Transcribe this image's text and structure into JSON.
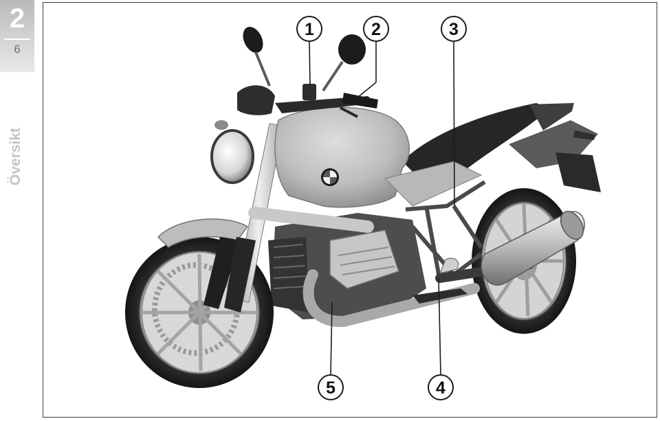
{
  "chapter": {
    "number": "2",
    "page": "6"
  },
  "section": {
    "title": "Översikt"
  },
  "figure": {
    "callouts": [
      {
        "label": "1"
      },
      {
        "label": "2"
      },
      {
        "label": "3"
      },
      {
        "label": "4"
      },
      {
        "label": "5"
      }
    ]
  }
}
